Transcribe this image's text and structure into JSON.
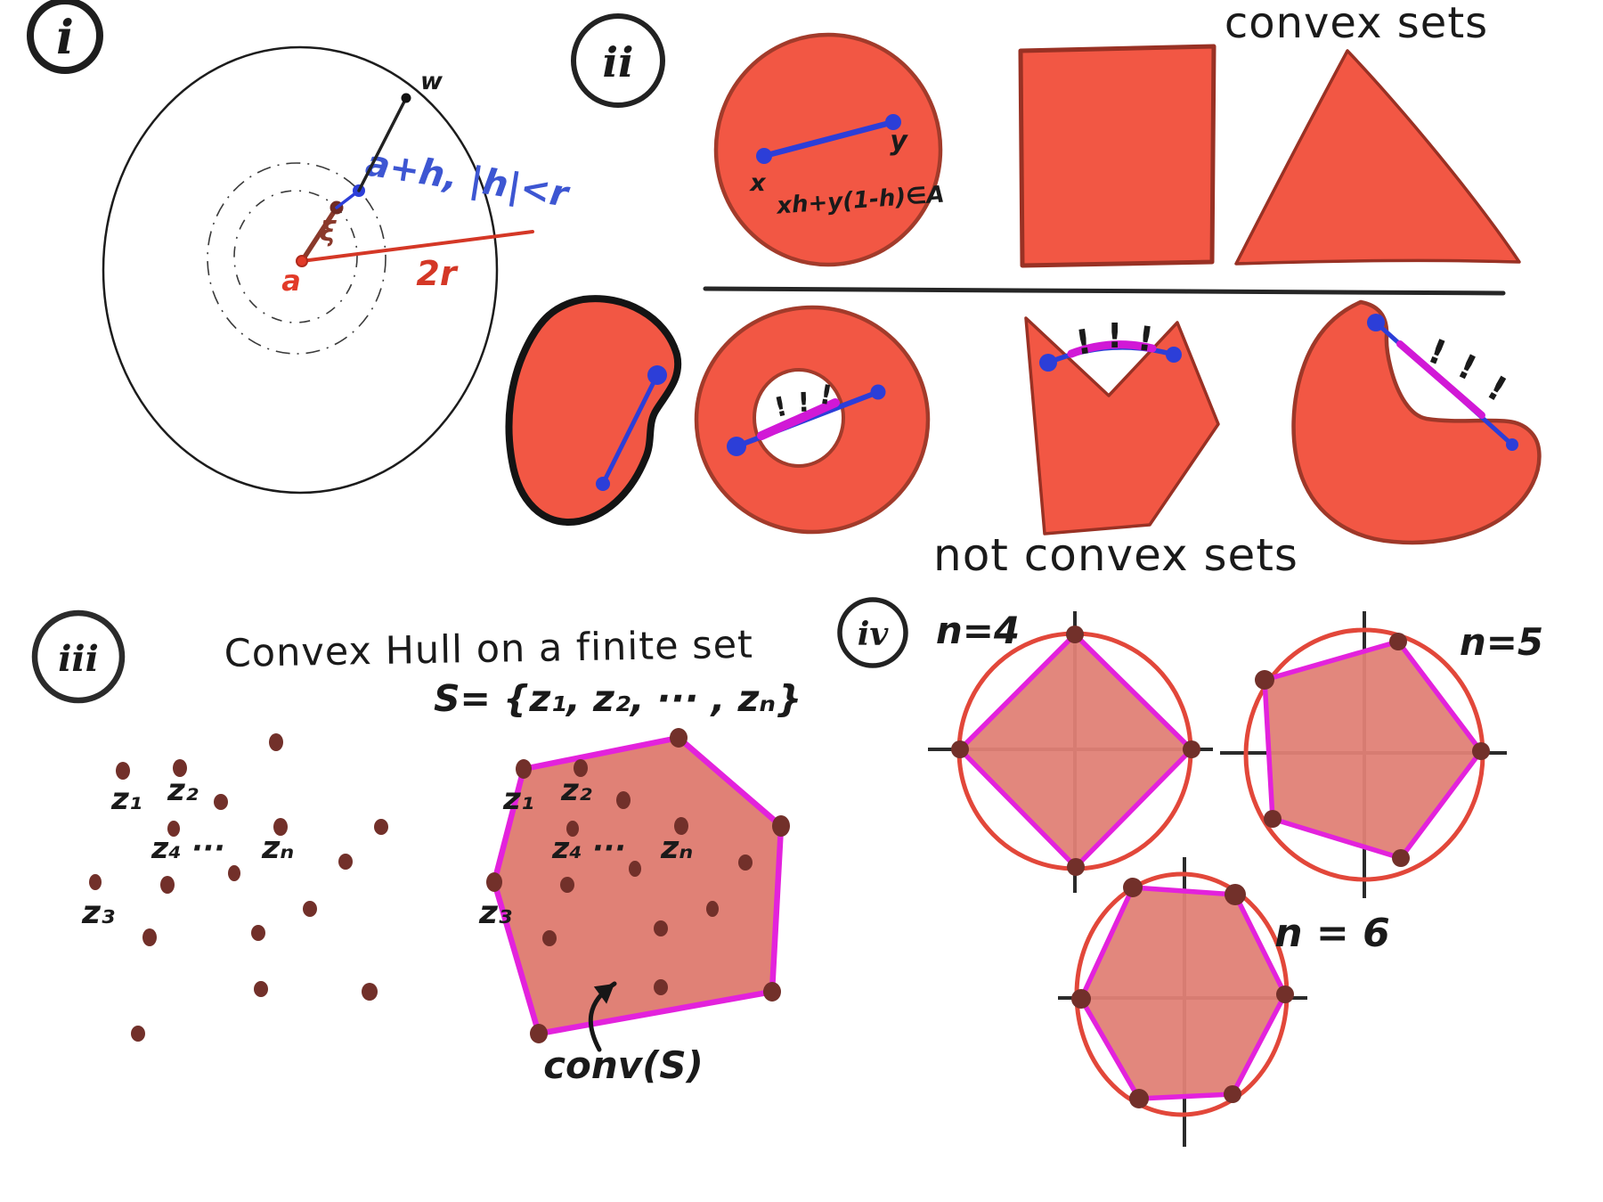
{
  "panel_i": {
    "badge": "i",
    "center_label": "a",
    "xi_label": "ξ",
    "radius_label": "2r",
    "point_label": "a+h, |h|<r",
    "boundary_label": "w"
  },
  "panel_ii": {
    "badge": "ii",
    "title": "convex sets",
    "x_label": "x",
    "y_label": "y",
    "segment_formula": "xh+y(1-h)∈A",
    "not_convex_title": "not convex sets",
    "excl": "!"
  },
  "panel_iii": {
    "badge": "iii",
    "title": "Convex Hull on a finite set",
    "set_definition": "S= {z₁, z₂, ··· , zₙ}",
    "z1": "z₁",
    "z2": "z₂",
    "z3": "z₃",
    "z4": "z₄ ···",
    "zn": "zₙ",
    "conv_label": "conv(S)"
  },
  "panel_iv": {
    "badge": "iv",
    "n4": "n=4",
    "n5": "n=5",
    "n6": "n = 6"
  },
  "colors": {
    "red_fill": "#f25744",
    "red_outline": "#a23b2b",
    "light_fill": "#e08176",
    "magenta": "#e322dc",
    "magenta_deep": "#d118d6",
    "blue": "#2c3ed8",
    "blue_text": "#3d56d2",
    "red_accent": "#d43726",
    "maroon": "#72302a",
    "ink": "#1a1a1a",
    "iv_circle_red": "#e2473a"
  }
}
